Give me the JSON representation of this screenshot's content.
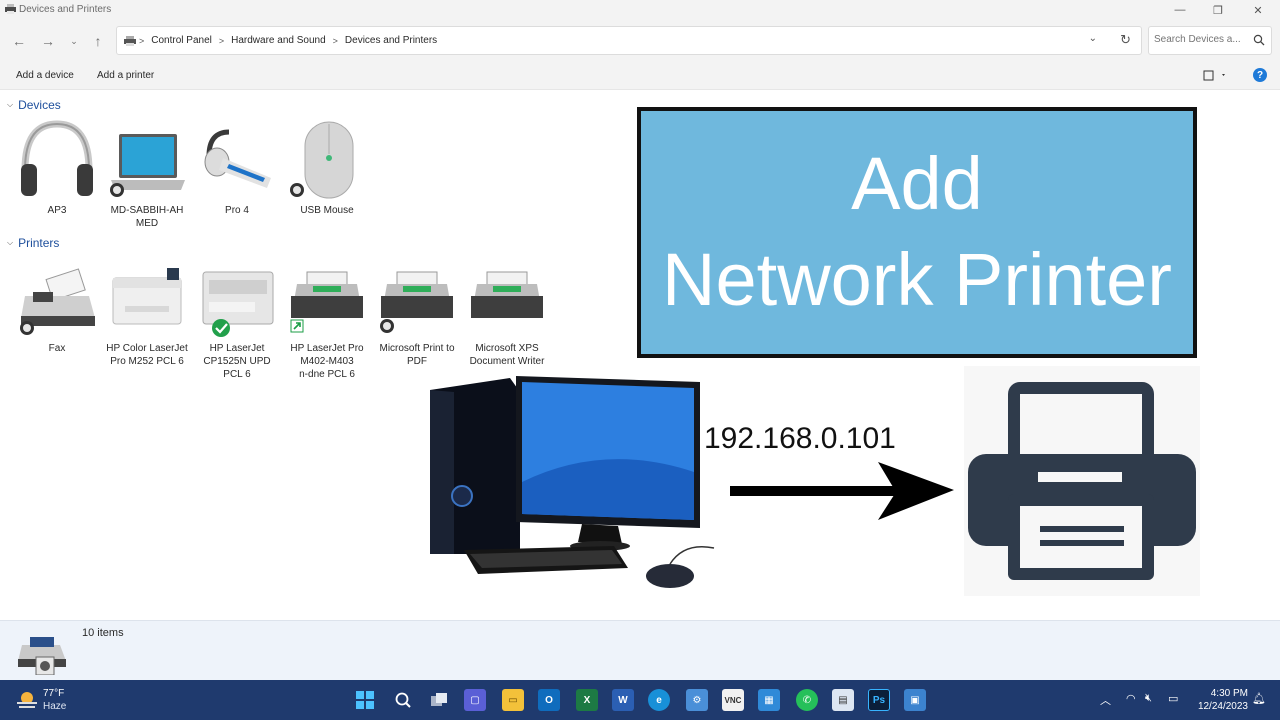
{
  "window": {
    "title": "Devices and Printers"
  },
  "navigation": {
    "breadcrumbs": [
      "Control Panel",
      "Hardware and Sound",
      "Devices and Printers"
    ],
    "search_placeholder": "Search Devices a..."
  },
  "commands": {
    "add_device": "Add a device",
    "add_printer": "Add a printer",
    "help": "?"
  },
  "groups": {
    "devices": {
      "header": "Devices",
      "items": [
        {
          "label": "AP3",
          "icon": "headphones-icon"
        },
        {
          "label": "MD-SABBIH-AH\nMED",
          "icon": "laptop-icon"
        },
        {
          "label": "Pro 4",
          "icon": "headset-icon"
        },
        {
          "label": "USB Mouse",
          "icon": "mouse-icon"
        }
      ]
    },
    "printers": {
      "header": "Printers",
      "items": [
        {
          "label": "Fax",
          "icon": "fax-icon"
        },
        {
          "label": "HP Color LaserJet\nPro M252 PCL 6",
          "icon": "printer-icon"
        },
        {
          "label": "HP LaserJet\nCP1525N UPD\nPCL 6",
          "icon": "printer-icon",
          "badge": "default-check-icon"
        },
        {
          "label": "HP LaserJet Pro\nM402-M403\nn-dne PCL 6",
          "icon": "printer-icon",
          "badge": "shared-arrow-icon"
        },
        {
          "label": "Microsoft Print to\nPDF",
          "icon": "printer-icon"
        },
        {
          "label": "Microsoft XPS\nDocument Writer",
          "icon": "printer-icon"
        }
      ]
    }
  },
  "overlay": {
    "headline_line1": "Add",
    "headline_line2": "Network Printer",
    "ip_address": "192.168.0.101"
  },
  "status": {
    "item_count": "10 items"
  },
  "taskbar": {
    "weather_temp": "77°F",
    "weather_condition": "Haze",
    "clock_time": "4:30 PM",
    "clock_date": "12/24/2023",
    "apps": [
      "start",
      "search",
      "task-view",
      "teams",
      "file-explorer",
      "outlook",
      "excel",
      "word",
      "edge",
      "control-panel",
      "vnc",
      "store",
      "whatsapp",
      "devices",
      "photoshop",
      "remote-desktop"
    ]
  },
  "colors": {
    "banner": "#6fb8dd",
    "taskbar": "#1f3a6e",
    "link": "#1e4f9c"
  }
}
